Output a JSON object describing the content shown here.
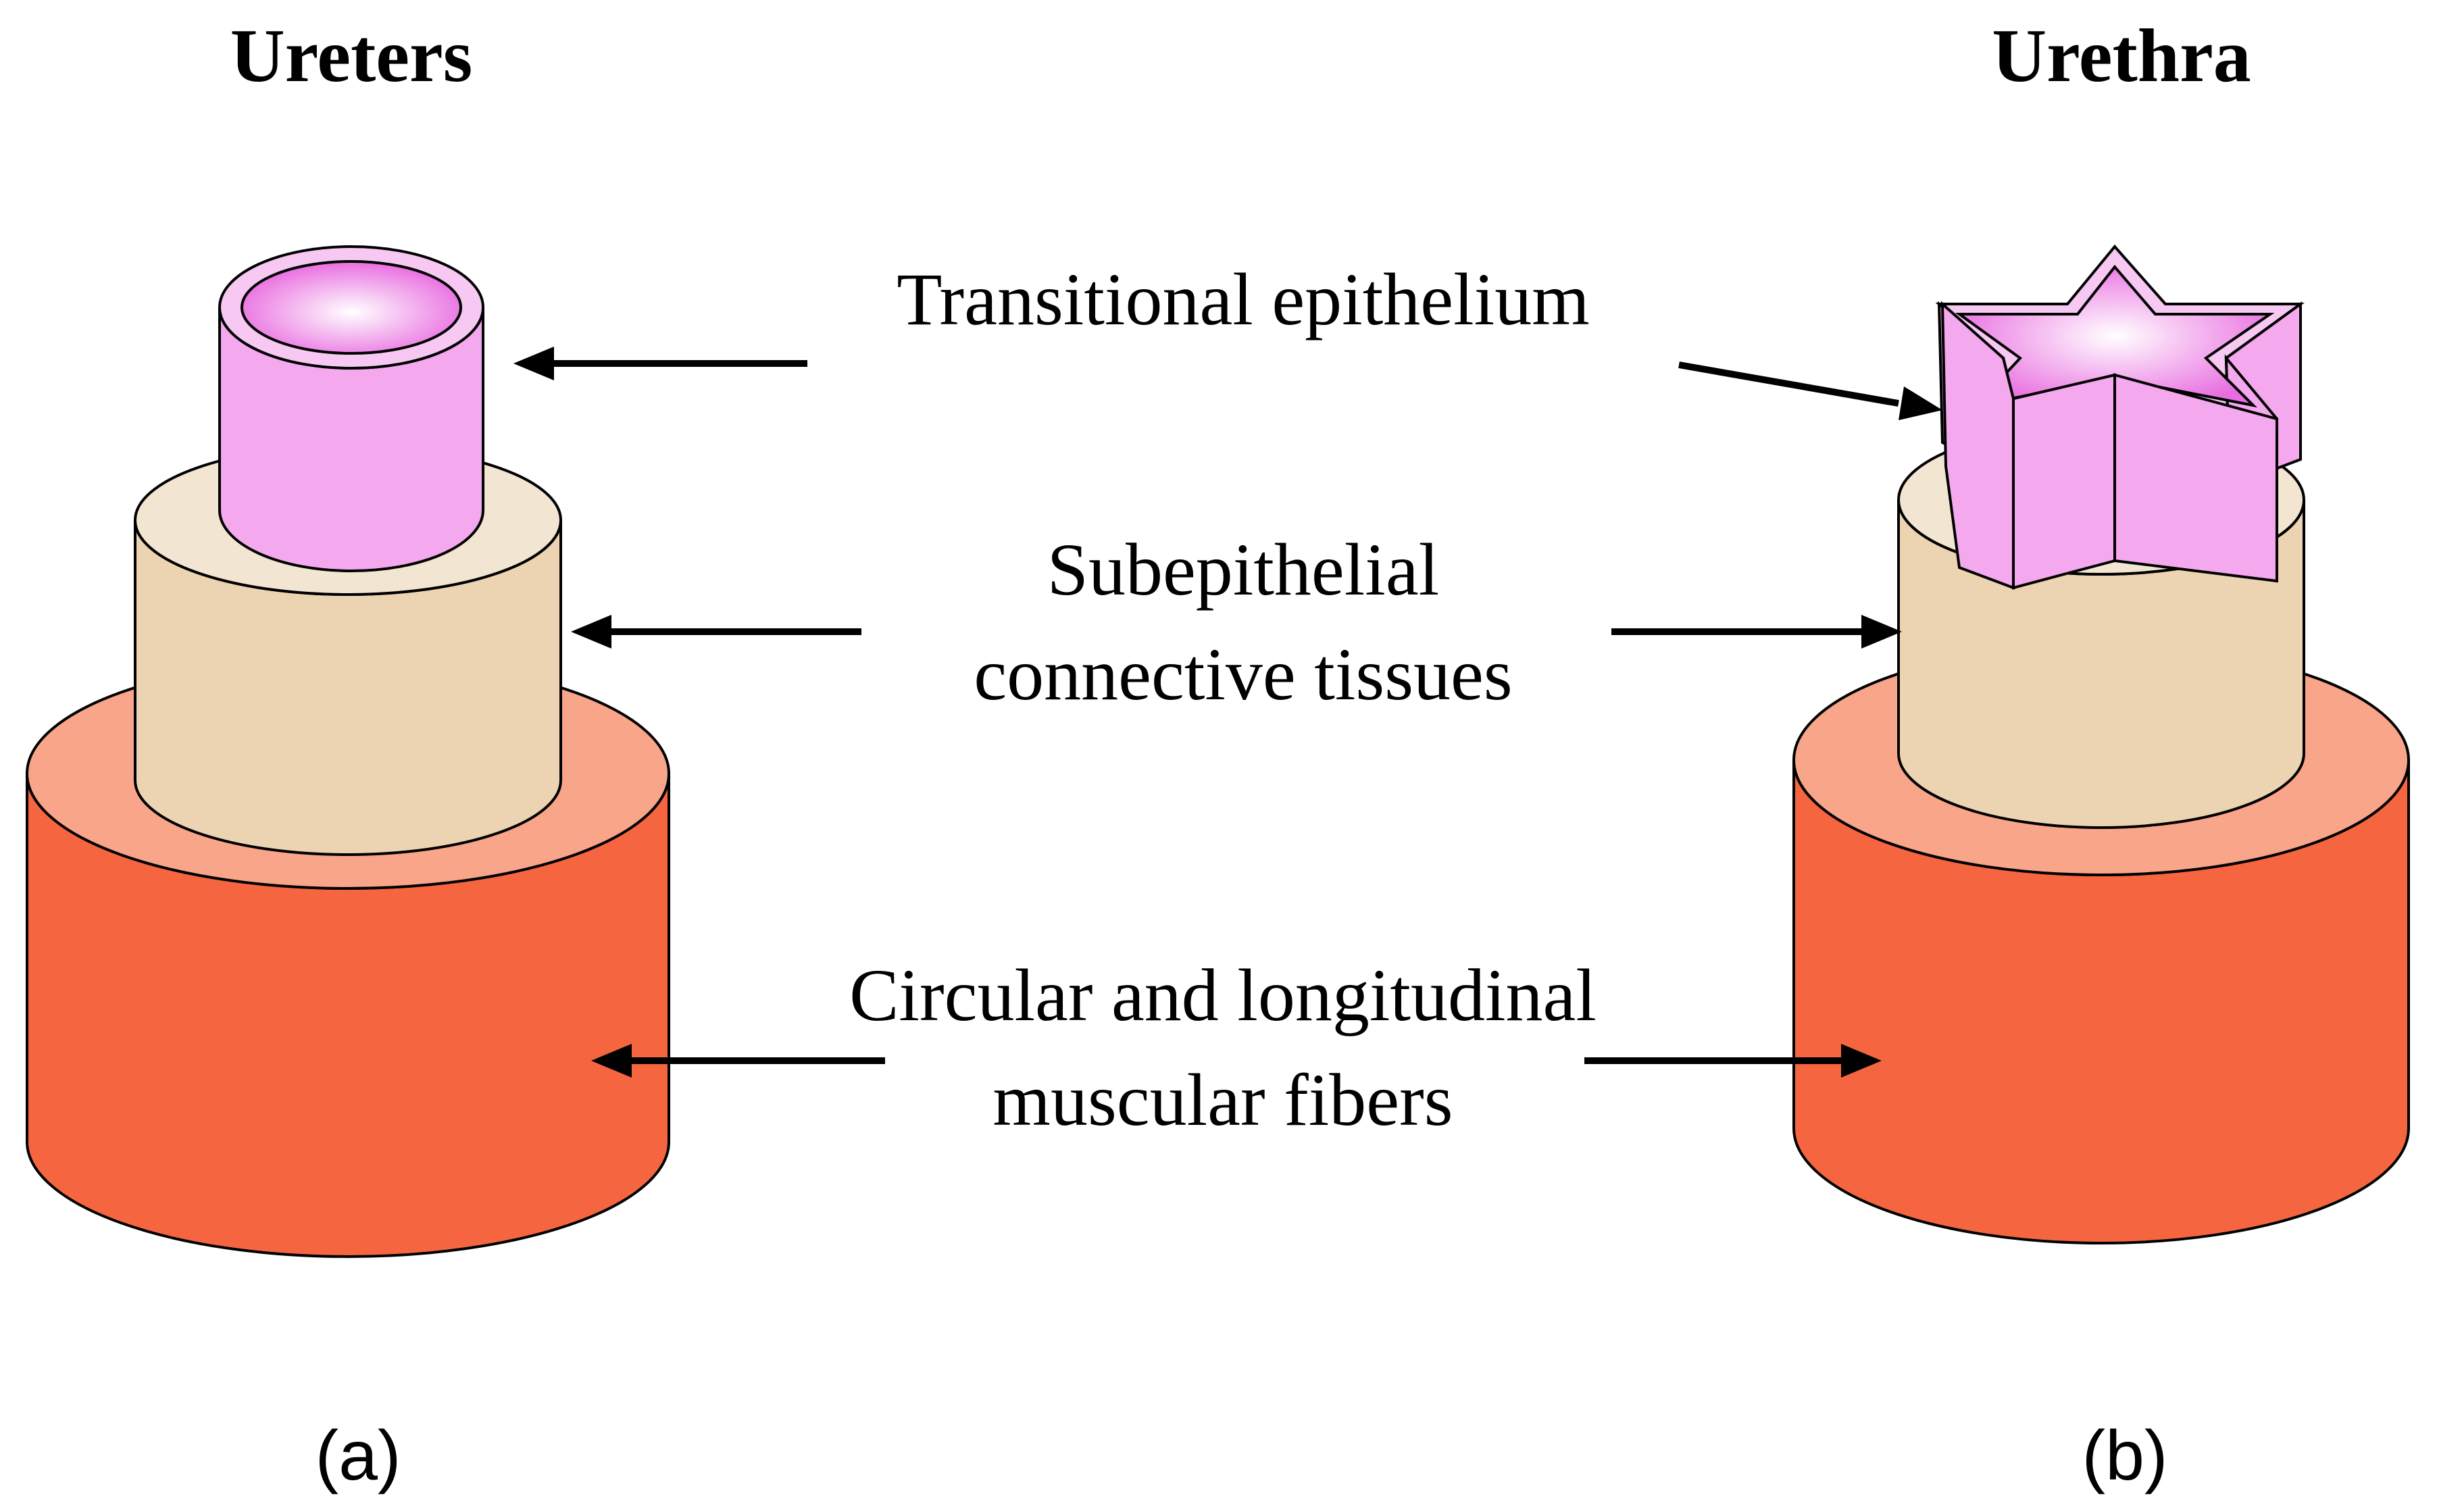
{
  "titles": {
    "left": "Ureters",
    "right": "Urethra"
  },
  "labels": {
    "epithelium": "Transitional epithelium",
    "connective_line1": "Subepithelial",
    "connective_line2": "connective tissues",
    "muscular_line1": "Circular and longitudinal",
    "muscular_line2": "muscular fibers"
  },
  "panels": {
    "left": "(a)",
    "right": "(b)"
  },
  "colors": {
    "muscle_side": "#f56640",
    "muscle_top": "#f8a58a",
    "connective_side": "#ecd4b3",
    "connective_top": "#f2e5d1",
    "epithelium_side": "#f4a8ee",
    "epithelium_top": "#f7c9f2",
    "lumen": "#e96de0",
    "outline": "#000000"
  }
}
